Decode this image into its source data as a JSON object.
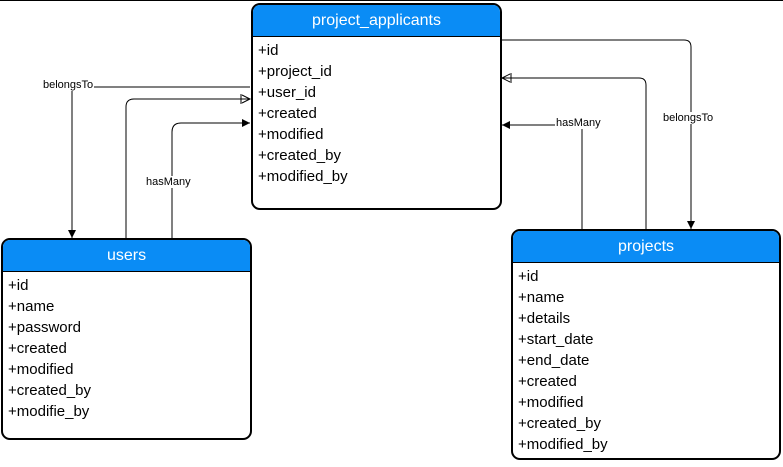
{
  "colors": {
    "header_fill": "#0a8cf5",
    "header_text": "#ffffff",
    "border": "#000000",
    "background": "#ffffff"
  },
  "entities": {
    "project_applicants": {
      "title": "project_applicants",
      "attributes": [
        "+id",
        "+project_id",
        "+user_id",
        "+created",
        "+modified",
        "+created_by",
        "+modified_by"
      ]
    },
    "users": {
      "title": "users",
      "attributes": [
        "+id",
        "+name",
        "+password",
        "+created",
        "+modified",
        "+created_by",
        "+modifie_by"
      ]
    },
    "projects": {
      "title": "projects",
      "attributes": [
        "+id",
        "+name",
        "+details",
        "+start_date",
        "+end_date",
        "+created",
        "+modified",
        "+created_by",
        "+modified_by"
      ]
    }
  },
  "relationships": [
    {
      "label": "belongsTo",
      "from": "project_applicants",
      "to": "users"
    },
    {
      "label": "hasMany",
      "from": "users",
      "to": "project_applicants"
    },
    {
      "label": "hasMany",
      "from": "projects",
      "to": "project_applicants"
    },
    {
      "label": "belongsTo",
      "from": "project_applicants",
      "to": "projects"
    }
  ]
}
